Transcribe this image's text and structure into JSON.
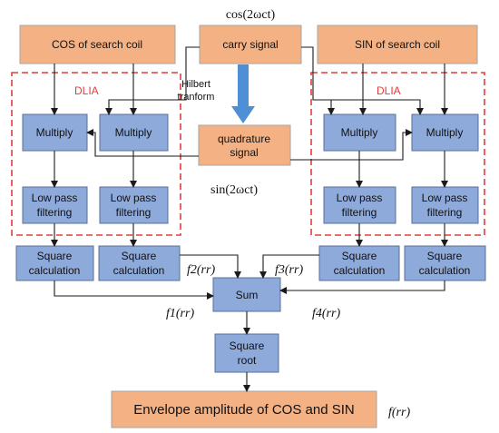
{
  "top": {
    "cos_formula": "cos(2ωct)",
    "cos_coil": "COS of search coil",
    "carry": "carry signal",
    "sin_coil": "SIN of search coil",
    "hilbert_1": "Hilbert",
    "hilbert_2": "tranform",
    "quad_1": "quadrature",
    "quad_2": "signal",
    "sin_formula": "sin(2ωct)"
  },
  "dlia_label": "DLIA",
  "blocks": {
    "multiply": "Multiply",
    "lp_1": "Low pass",
    "lp_2": "filtering",
    "sq_1": "Square",
    "sq_2": "calculation",
    "sum": "Sum",
    "root_1": "Square",
    "root_2": "root",
    "envelope": "Envelope amplitude of COS and SIN"
  },
  "formulas": {
    "f1": "f1(rr)",
    "f2": "f2(rr)",
    "f3": "f3(rr)",
    "f4": "f4(rr)",
    "f": "f(rr)"
  },
  "colors": {
    "orange": "#f4b183",
    "blue": "#8eaadb",
    "dash_red": "#e63b3b",
    "hilbert_arrow": "#4f8fd6"
  }
}
